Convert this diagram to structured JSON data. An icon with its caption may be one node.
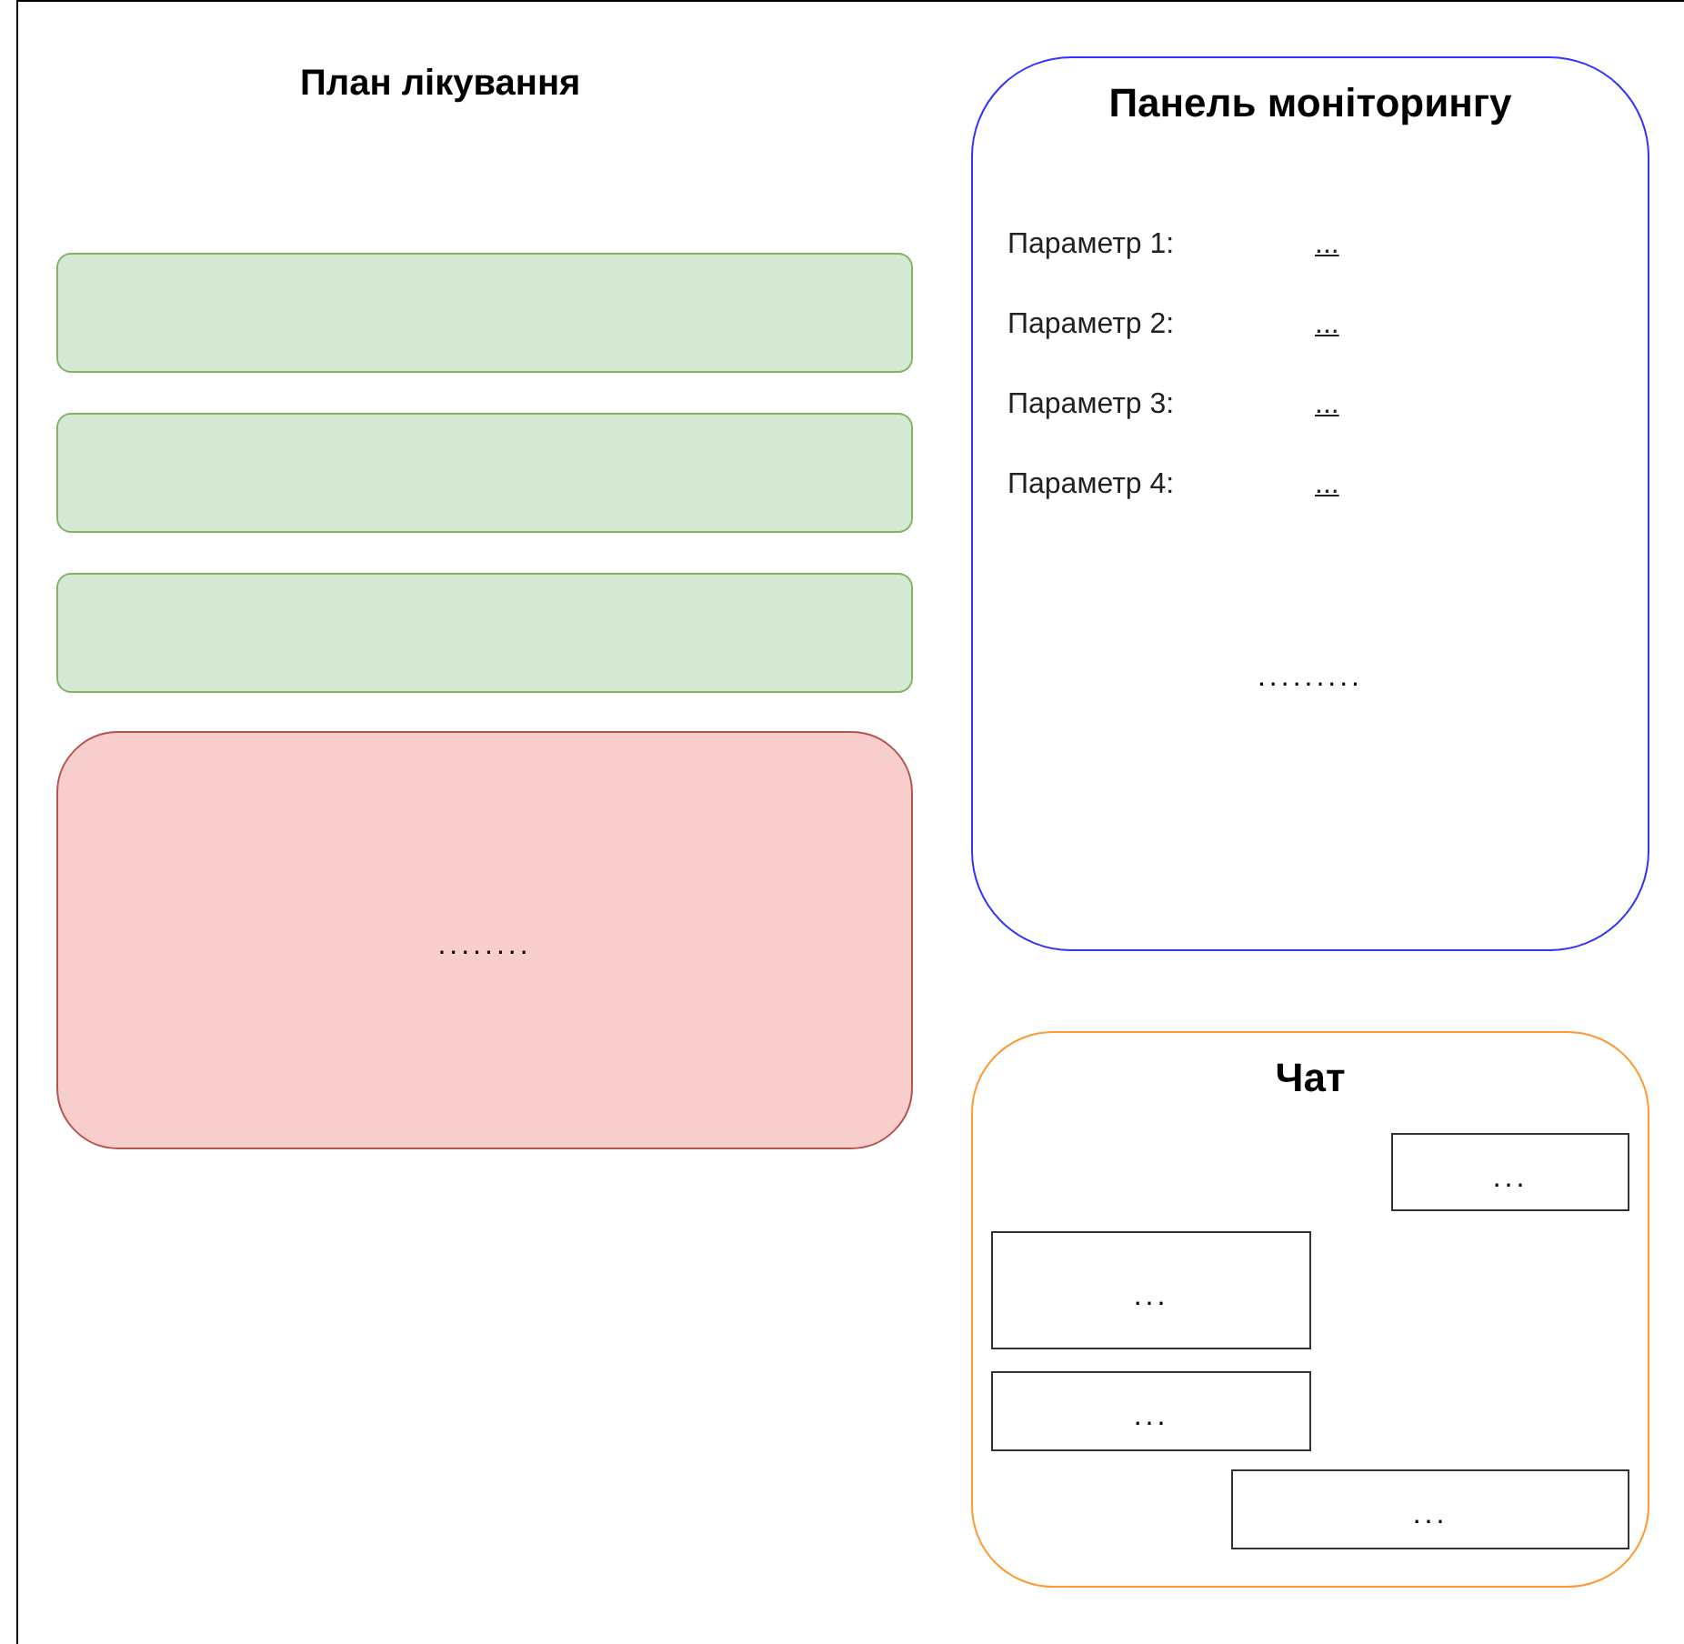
{
  "diagram": {
    "nodes": [
      {
        "text": [],
        "shape": "box"
      },
      {
        "text": [],
        "shape": "box"
      },
      {
        "text": [],
        "shape": "box"
      },
      {
        "text": [
          "........"
        ]
      },
      {
        "text": [
          "Панель моніторингу",
          "Параметр 1:",
          "...",
          "Параметр 2:",
          "...",
          "Параметр 3:",
          "...",
          "Параметр 4:",
          "...",
          "........."
        ]
      },
      {
        "text": [
          "Чат"
        ]
      },
      {
        "text": [
          "..."
        ],
        "in": 5
      },
      {
        "text": [
          "..."
        ],
        "in": 5
      },
      {
        "text": [
          "..."
        ],
        "in": 5
      },
      {
        "text": [
          "..."
        ],
        "in": 5
      }
    ],
    "edges": [],
    "labels": [
      "План лікування"
    ]
  }
}
